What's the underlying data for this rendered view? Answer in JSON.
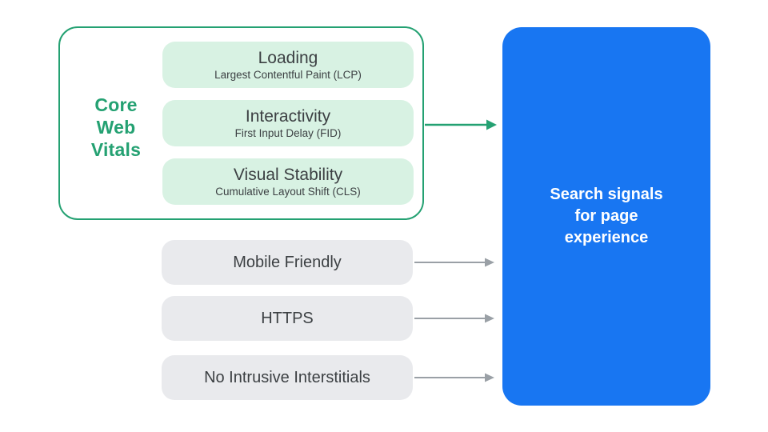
{
  "colors": {
    "green": "#24a172",
    "green-light": "#d8f2e3",
    "gray-pill": "#e9eaed",
    "gray-arrow": "#9aa0a6",
    "blue": "#1876f2",
    "text-dark": "#3c4043",
    "text-light": "#ffffff"
  },
  "core_web_vitals": {
    "label": "Core\nWeb\nVitals",
    "items": [
      {
        "title": "Loading",
        "subtitle": "Largest Contentful Paint (LCP)"
      },
      {
        "title": "Interactivity",
        "subtitle": "First Input Delay (FID)"
      },
      {
        "title": "Visual Stability",
        "subtitle": "Cumulative Layout Shift (CLS)"
      }
    ]
  },
  "other_signals": [
    {
      "label": "Mobile Friendly"
    },
    {
      "label": "HTTPS"
    },
    {
      "label": "No Intrusive Interstitials"
    }
  ],
  "result": {
    "label": "Search signals\nfor page\nexperience"
  }
}
